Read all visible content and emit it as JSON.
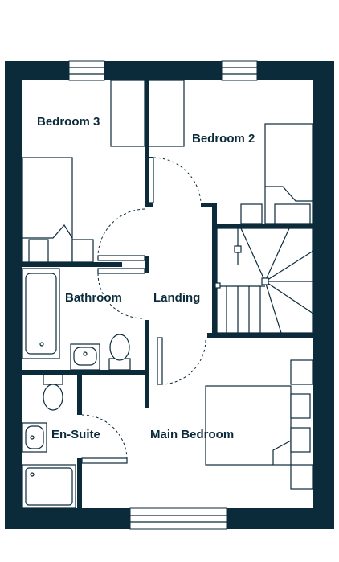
{
  "rooms": {
    "bedroom_3": "Bedroom 3",
    "bedroom_2": "Bedroom 2",
    "bathroom": "Bathroom",
    "landing": "Landing",
    "en_suite": "En-Suite",
    "main_bedroom": "Main Bedroom"
  },
  "colors": {
    "wall": "#0b2a3a",
    "background": "#ffffff"
  }
}
